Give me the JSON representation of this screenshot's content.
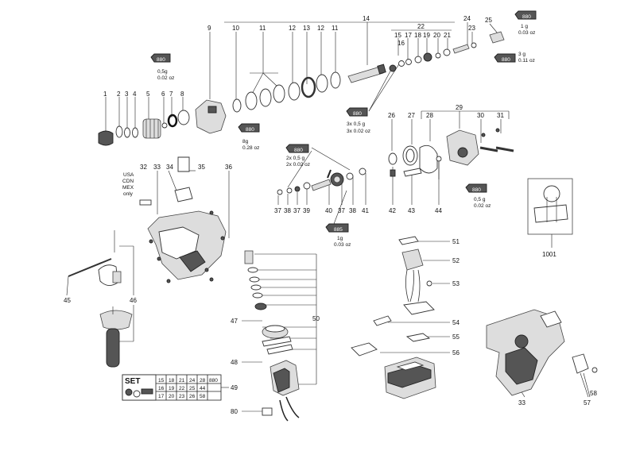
{
  "callouts": {
    "n1": "1",
    "n2": "2",
    "n3": "3",
    "n4": "4",
    "n5": "5",
    "n6": "6",
    "n7": "7",
    "n8": "8",
    "n9": "9",
    "n10a": "10",
    "n11a": "11",
    "n12a": "12",
    "n13": "13",
    "n12b": "12",
    "n11b": "11",
    "n14": "14",
    "n15": "15",
    "n16": "16",
    "n17": "17",
    "n18": "18",
    "n19": "19",
    "n20": "20",
    "n21": "21",
    "n22": "22",
    "n23": "23",
    "n24": "24",
    "n25": "25",
    "n26": "26",
    "n27": "27",
    "n28": "28",
    "n29": "29",
    "n30": "30",
    "n31": "31",
    "n32": "32",
    "n33a": "33",
    "n34": "34",
    "n35": "35",
    "n36": "36",
    "n37a": "37",
    "n38a": "38",
    "n37b": "37",
    "n39": "39",
    "n40": "40",
    "n37c": "37",
    "n38b": "38",
    "n41": "41",
    "n42": "42",
    "n43": "43",
    "n44": "44",
    "n45": "45",
    "n46": "46",
    "n47": "47",
    "n48": "48",
    "n49": "49",
    "n50": "50",
    "n51": "51",
    "n52": "52",
    "n53": "53",
    "n54": "54",
    "n55": "55",
    "n56": "56",
    "n57": "57",
    "n58": "58",
    "n80": "80",
    "n33b": "33",
    "n1001": "1001"
  },
  "grease": {
    "g1": "880",
    "g2": "880",
    "g3": "880",
    "g4": "880",
    "g5": "880",
    "g6": "880",
    "g7": "880",
    "g8": "885",
    "g9": "880"
  },
  "quantities": {
    "q_05g": "0,5g",
    "q_002oz": "0.02 oz",
    "q_8g": "8g",
    "q_028oz": "0.28 oz",
    "q_1g_a": "1 g",
    "q_003oz_a": "0.03 oz",
    "q_3g": "3 g",
    "q_011oz": "0.11 oz",
    "q_3x05": "3x 0,5 g",
    "q_3x002": "3x 0.02 oz",
    "q_2x05": "2x 0,5 g",
    "q_2x002": "2x 0.02 oz",
    "q_05g_b": "0,5 g",
    "q_002oz_b": "0.02 oz",
    "q_1g_b": "1g",
    "q_003oz_b": "0.03 oz"
  },
  "region_note": {
    "l1": "USA",
    "l2": "CDN",
    "l3": "MEX",
    "l4": "only"
  },
  "set_table": {
    "label": "SET",
    "rows": [
      [
        "15",
        "18",
        "21",
        "24",
        "28",
        "880"
      ],
      [
        "16",
        "19",
        "22",
        "25",
        "44",
        ""
      ],
      [
        "17",
        "20",
        "23",
        "26",
        "58",
        ""
      ]
    ]
  }
}
